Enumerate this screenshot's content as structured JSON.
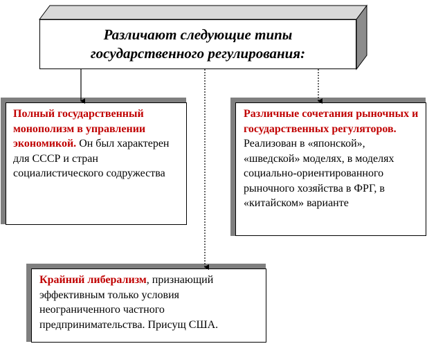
{
  "title": {
    "line1": "Различают следующие  типы",
    "line2": "государственного  регулирования:"
  },
  "box_left": {
    "highlight": "Полный государственный монополизм в управлении экономикой.",
    "text": " Он был характерен для СССР и стран социалистического содружества"
  },
  "box_right": {
    "highlight": "Различные сочетания рыночных и государственных регуляторов.",
    "text": " Реализован в «японской», «шведской» моделях, в моделях социально-ориентированного рыночного хозяйства в ФРГ, в «китайском» варианте"
  },
  "box_bottom": {
    "highlight": "Крайний либерализм",
    "text": ", признающий эффективным только условия неограниченного частного предпринимательства. Присущ США."
  },
  "colors": {
    "highlight": "#c00000",
    "shadow": "#7f7f7f",
    "bevel_top": "#d9d9d9",
    "bevel_side": "#8c8c8c"
  }
}
